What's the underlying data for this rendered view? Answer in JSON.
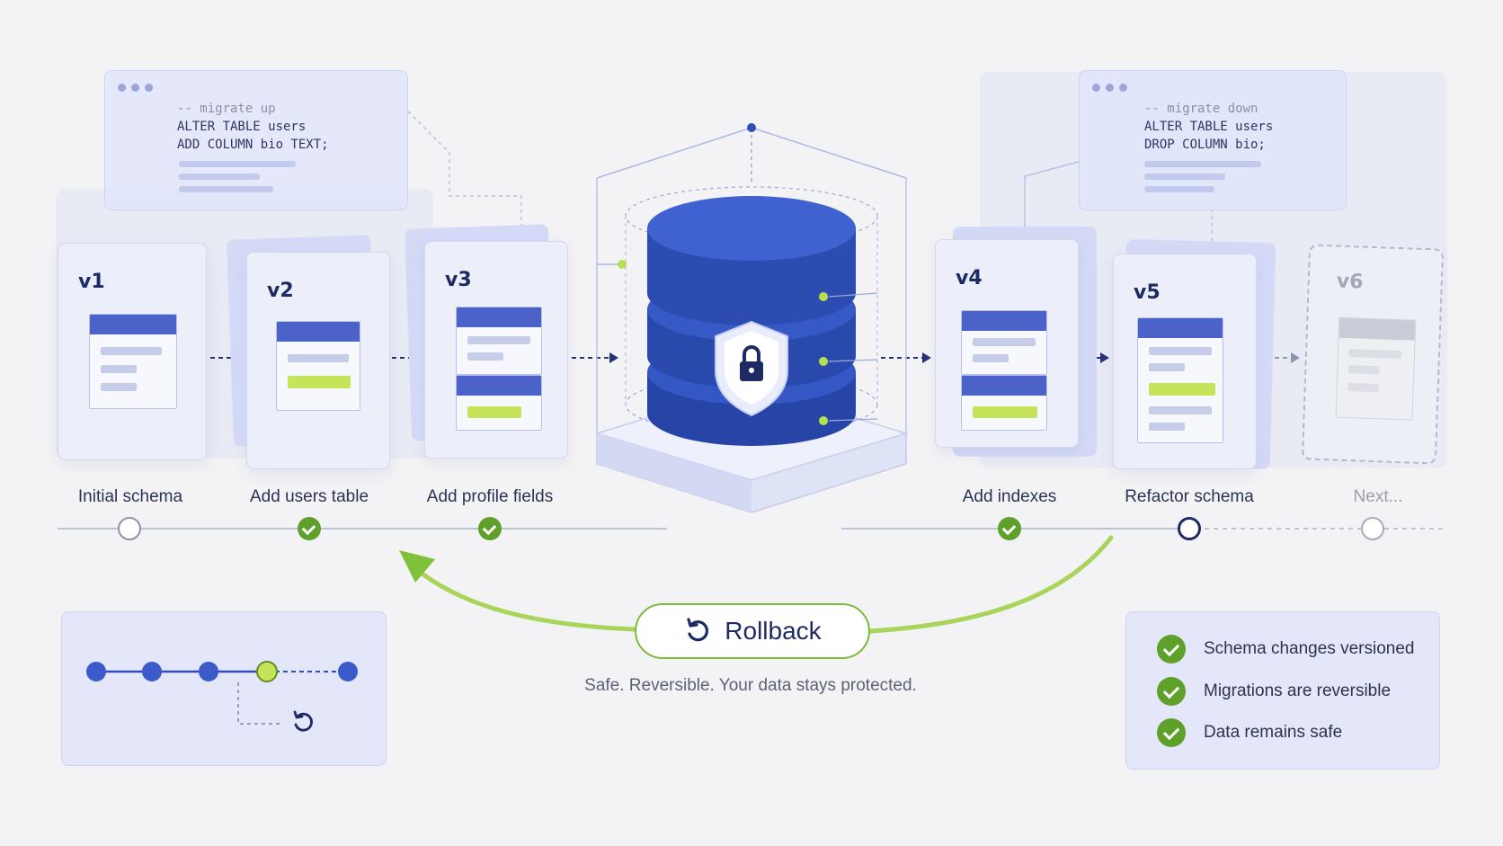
{
  "code_up": {
    "comment": "-- migrate up",
    "line1": "ALTER TABLE users",
    "line2": "ADD COLUMN bio TEXT;"
  },
  "code_down": {
    "comment": "-- migrate down",
    "line1": "ALTER TABLE users",
    "line2": "DROP COLUMN bio;"
  },
  "versions": [
    {
      "tag": "v1",
      "label": "Initial schema",
      "status": "pending"
    },
    {
      "tag": "v2",
      "label": "Add users table",
      "status": "done"
    },
    {
      "tag": "v3",
      "label": "Add profile fields",
      "status": "done"
    },
    {
      "tag": "v4",
      "label": "Add indexes",
      "status": "done"
    },
    {
      "tag": "v5",
      "label": "Refactor schema",
      "status": "current"
    },
    {
      "tag": "v6",
      "label": "Next...",
      "status": "future"
    }
  ],
  "rollback": {
    "label": "Rollback",
    "tagline": "Safe. Reversible. Your data stays protected."
  },
  "checklist": [
    "Schema changes versioned",
    "Migrations are reversible",
    "Data remains safe"
  ],
  "icons": {
    "database": "database-icon",
    "shield": "shield-lock-icon",
    "undo": "undo-arrow-icon"
  },
  "colors": {
    "accent_blue": "#2f4fb8",
    "header_blue": "#4b63c9",
    "success_green": "#5fa02a",
    "highlight_green": "#c5e45a",
    "navy": "#1e2a63"
  }
}
